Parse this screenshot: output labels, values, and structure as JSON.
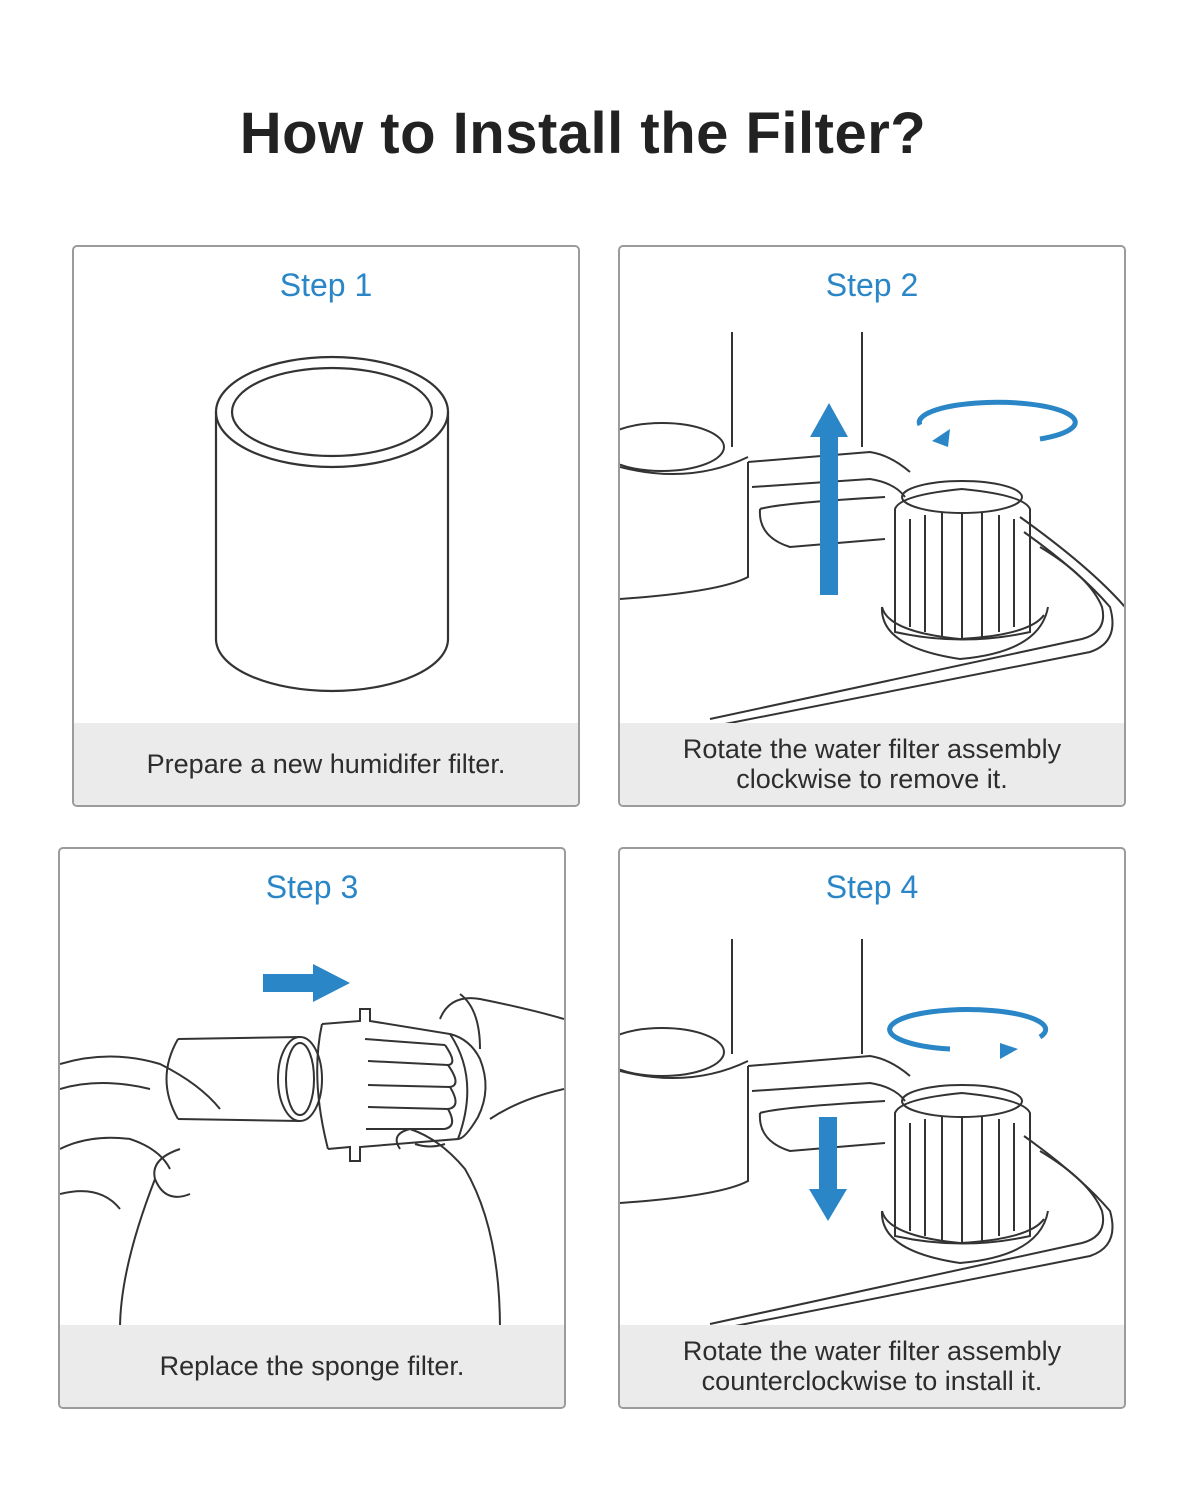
{
  "title": "How to Install the Filter?",
  "accent_color": "#2a86c6",
  "steps": [
    {
      "label": "Step 1",
      "caption": "Prepare a new humidifer filter.",
      "illustration": "cylinder-filter-icon"
    },
    {
      "label": "Step 2",
      "caption": "Rotate the water filter assembly clockwise to remove it.",
      "illustration": "filter-removal-icon",
      "rotation": "clockwise",
      "arrow": "up"
    },
    {
      "label": "Step 3",
      "caption": "Replace the sponge filter.",
      "illustration": "hands-replacing-filter-icon",
      "arrow": "right"
    },
    {
      "label": "Step 4",
      "caption": "Rotate the water filter assembly counterclockwise to install it.",
      "illustration": "filter-install-icon",
      "rotation": "counterclockwise",
      "arrow": "down"
    }
  ]
}
